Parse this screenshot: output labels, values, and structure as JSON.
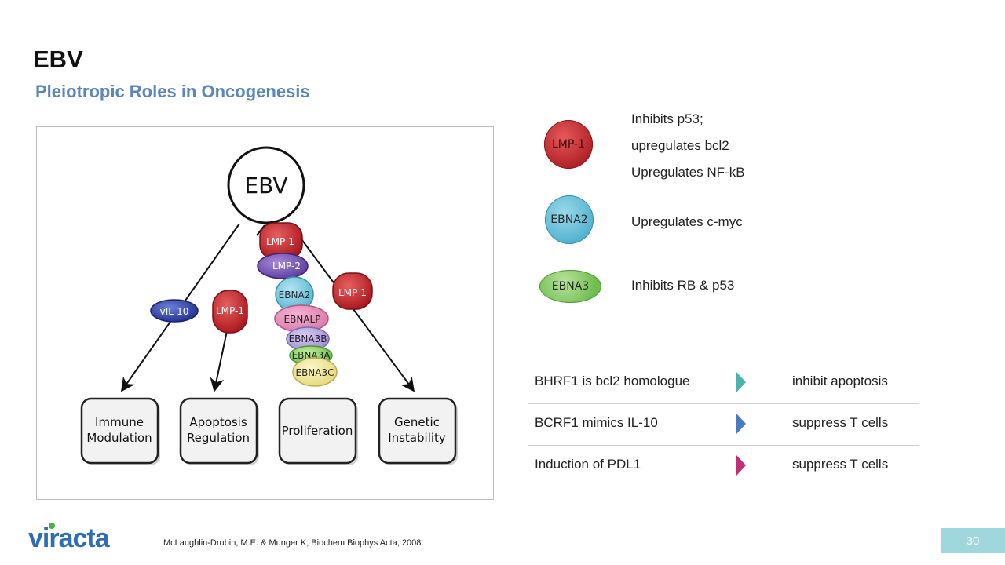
{
  "slide": {
    "title": "EBV",
    "subtitle": "Pleiotropic Roles in Oncogenesis",
    "citation": "McLaughlin-Drubin, M.E. & Munger K; Biochem Biophys Acta, 2008",
    "page_number": "30",
    "logo_text": "viracta"
  },
  "figure": {
    "center": "EBV",
    "center_cluster": [
      "LMP-1",
      "LMP-2",
      "EBNA2",
      "EBNALP",
      "EBNA3B",
      "EBNA3A",
      "EBNA3C"
    ],
    "left_ovals": [
      "vIL-10",
      "LMP-1"
    ],
    "right_oval": "LMP-1",
    "boxes": [
      {
        "line1": "Immune",
        "line2": "Modulation"
      },
      {
        "line1": "Apoptosis",
        "line2": "Regulation"
      },
      {
        "line1": "Proliferation",
        "line2": ""
      },
      {
        "line1": "Genetic",
        "line2": "Instability"
      }
    ]
  },
  "legend": [
    {
      "label": "LMP-1",
      "color": "#c62a2f",
      "lines": [
        "Inhibits p53;",
        "upregulates bcl2",
        "Upregulates NF-kB"
      ]
    },
    {
      "label": "EBNA2",
      "color": "#6cc3dc",
      "lines": [
        "Upregulates c-myc"
      ]
    },
    {
      "label": "EBNA3",
      "color": "#8fcf6e",
      "lines": [
        "Inhibits RB & p53"
      ]
    }
  ],
  "table": [
    {
      "left": "BHRF1 is bcl2 homologue",
      "right": "inhibit apoptosis",
      "arrow_color": "#4bb3ad"
    },
    {
      "left": "BCRF1 mimics IL-10",
      "right": "suppress T cells",
      "arrow_color": "#4a7bc0"
    },
    {
      "left": "Induction of PDL1",
      "right": "suppress T cells",
      "arrow_color": "#c0307a"
    }
  ],
  "colors": {
    "subtitle": "#5a86b9",
    "page_badge": "#9fd7dc",
    "logo": "#2f6db5",
    "logo_accent": "#49b04b"
  }
}
